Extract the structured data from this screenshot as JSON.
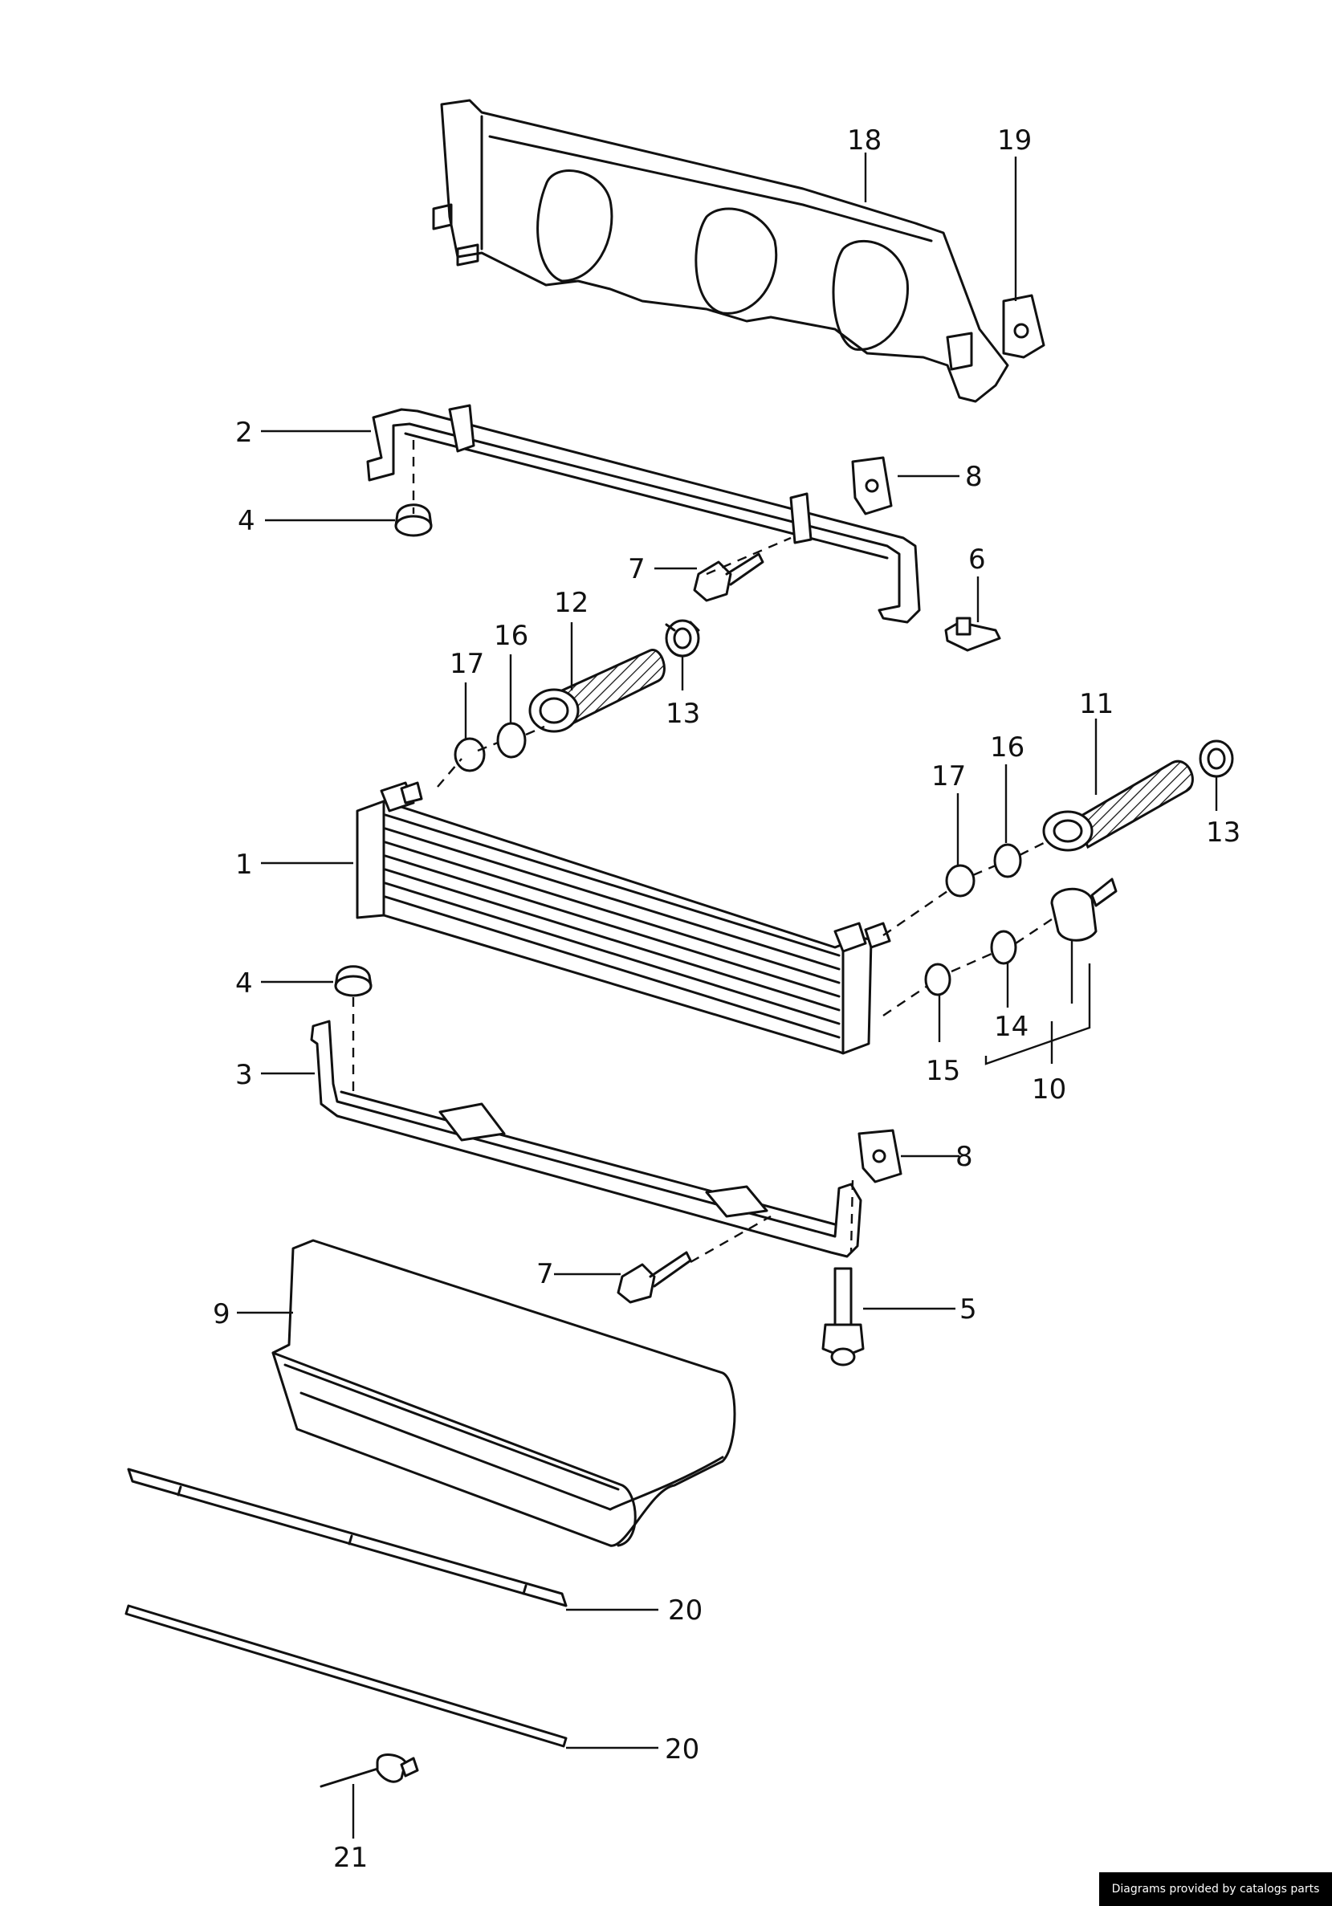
{
  "footer": {
    "credit": "Diagrams provided by catalogs parts"
  },
  "callouts": {
    "c18": "18",
    "c19": "19",
    "c2": "2",
    "c8a": "8",
    "c4a": "4",
    "c7a": "7",
    "c6": "6",
    "c12": "12",
    "c16a": "16",
    "c17a": "17",
    "c13a": "13",
    "c11": "11",
    "c16b": "16",
    "c17b": "17",
    "c13b": "13",
    "c1": "1",
    "c4b": "4",
    "c3": "3",
    "c14": "14",
    "c15": "15",
    "c10": "10",
    "c8b": "8",
    "c7b": "7",
    "c5": "5",
    "c9": "9",
    "c20a": "20",
    "c20b": "20",
    "c21": "21"
  }
}
